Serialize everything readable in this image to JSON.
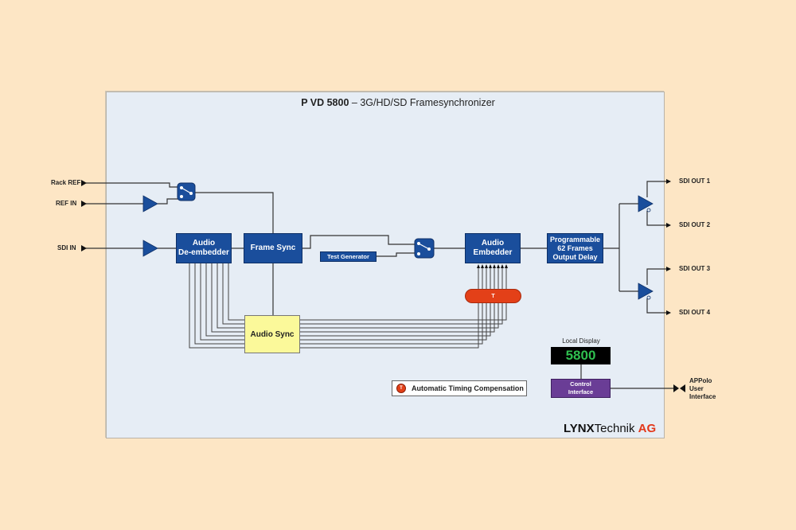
{
  "title": {
    "bold": "P VD 5800",
    "rest": " – 3G/HD/SD Framesynchronizer"
  },
  "inputs": {
    "rack_ref": "Rack REF",
    "ref_in": "REF IN",
    "sdi_in": "SDI IN"
  },
  "outputs": [
    "SDI OUT 1",
    "SDI OUT 2",
    "SDI OUT 3",
    "SDI OUT 4"
  ],
  "blocks": {
    "audio_deembedder": [
      "Audio",
      "De-embedder"
    ],
    "frame_sync": "Frame Sync",
    "test_generator": "Test Generator",
    "audio_embedder": [
      "Audio",
      "Embedder"
    ],
    "output_delay": [
      "Programmable",
      "62 Frames",
      "Output Delay"
    ],
    "audio_sync": "Audio Sync",
    "timing": "T"
  },
  "legend": {
    "symbol": "T",
    "text": "Automatic Timing Compensation"
  },
  "display": {
    "label": "Local Display",
    "value": "5800"
  },
  "control": [
    "Control",
    "Interface"
  ],
  "appolo": [
    "APPolo",
    "User",
    "Interface"
  ],
  "brand": {
    "lynx": "LYNX",
    "technik": "Technik ",
    "ag": "AG"
  },
  "colors": {
    "block_blue": "#1a4e9c",
    "timing_red": "#e34018",
    "audio_sync_yellow": "#fbf99a",
    "control_purple": "#6a3d96",
    "display_green": "#2fbf4f",
    "background": "#fde6c5",
    "panel": "#e6edf5"
  }
}
